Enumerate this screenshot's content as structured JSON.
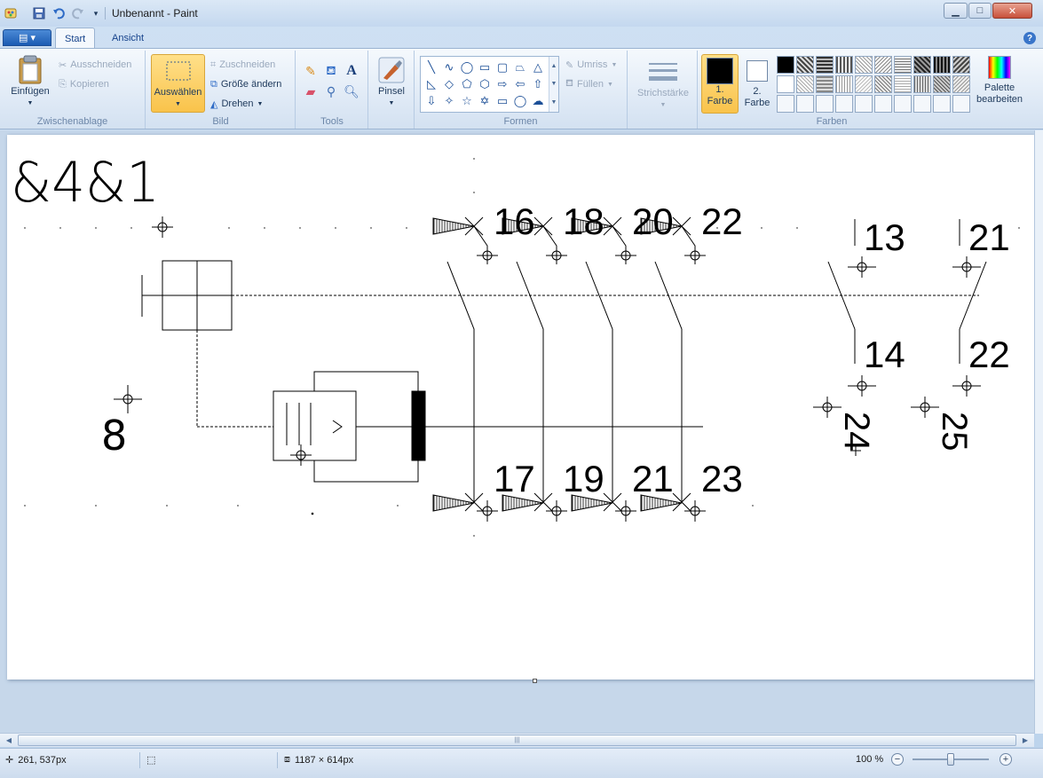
{
  "window": {
    "title": "Unbenannt - Paint",
    "minimize": "▁",
    "maximize": "□",
    "close": "✕"
  },
  "tabs": {
    "app_menu": "▤ ▾",
    "start": "Start",
    "view": "Ansicht",
    "help": "?"
  },
  "ribbon": {
    "clipboard": {
      "label": "Zwischenablage",
      "paste": "Einfügen",
      "cut": "Ausschneiden",
      "copy": "Kopieren"
    },
    "image": {
      "label": "Bild",
      "select": "Auswählen",
      "crop": "Zuschneiden",
      "resize": "Größe ändern",
      "rotate": "Drehen"
    },
    "tools": {
      "label": "Tools"
    },
    "brushes": {
      "label": "Pinsel"
    },
    "shapes": {
      "label": "Formen",
      "outline": "Umriss",
      "fill": "Füllen"
    },
    "size": {
      "label": "Strichstärke"
    },
    "colors": {
      "label": "Farben",
      "color1_line1": "1.",
      "color1_line2": "Farbe",
      "color2_line1": "2.",
      "color2_line2": "Farbe",
      "edit_line1": "Palette",
      "edit_line2": "bearbeiten",
      "color1": "#000000",
      "color2": "#ffffff"
    }
  },
  "drawing": {
    "top_label": "&4&1",
    "left_label": "8",
    "contacts_top": [
      "16",
      "18",
      "20",
      "22"
    ],
    "contacts_bottom": [
      "17",
      "19",
      "21",
      "23"
    ],
    "right_contact_a_top": "13",
    "right_contact_a_bottom": "14",
    "right_contact_b_top": "21",
    "right_contact_b_bottom": "22",
    "vertical_labels": [
      "24",
      "25"
    ]
  },
  "status": {
    "cursor_position": "261, 537px",
    "image_size": "1187 × 614px",
    "zoom": "100 %"
  }
}
